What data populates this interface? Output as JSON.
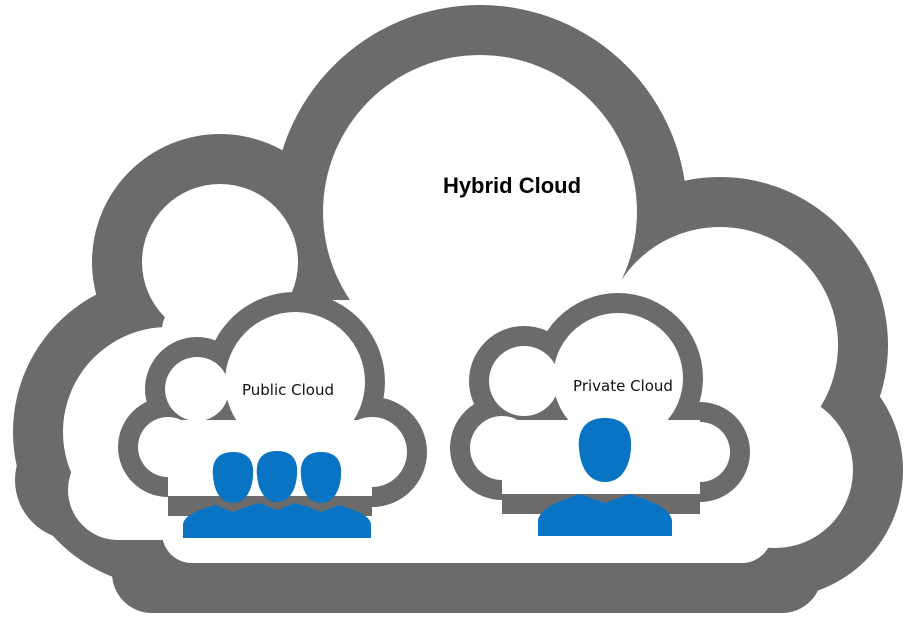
{
  "title": "Hybrid Cloud",
  "public_cloud": {
    "label": "Public Cloud",
    "icon": "user-group-icon",
    "people_count": 3
  },
  "private_cloud": {
    "label": "Private Cloud",
    "icon": "user-icon",
    "people_count": 1
  },
  "colors": {
    "cloud_outline": "#6b6b6b",
    "cloud_fill": "#ffffff",
    "person": "#0a74c4",
    "text": "#000000"
  }
}
